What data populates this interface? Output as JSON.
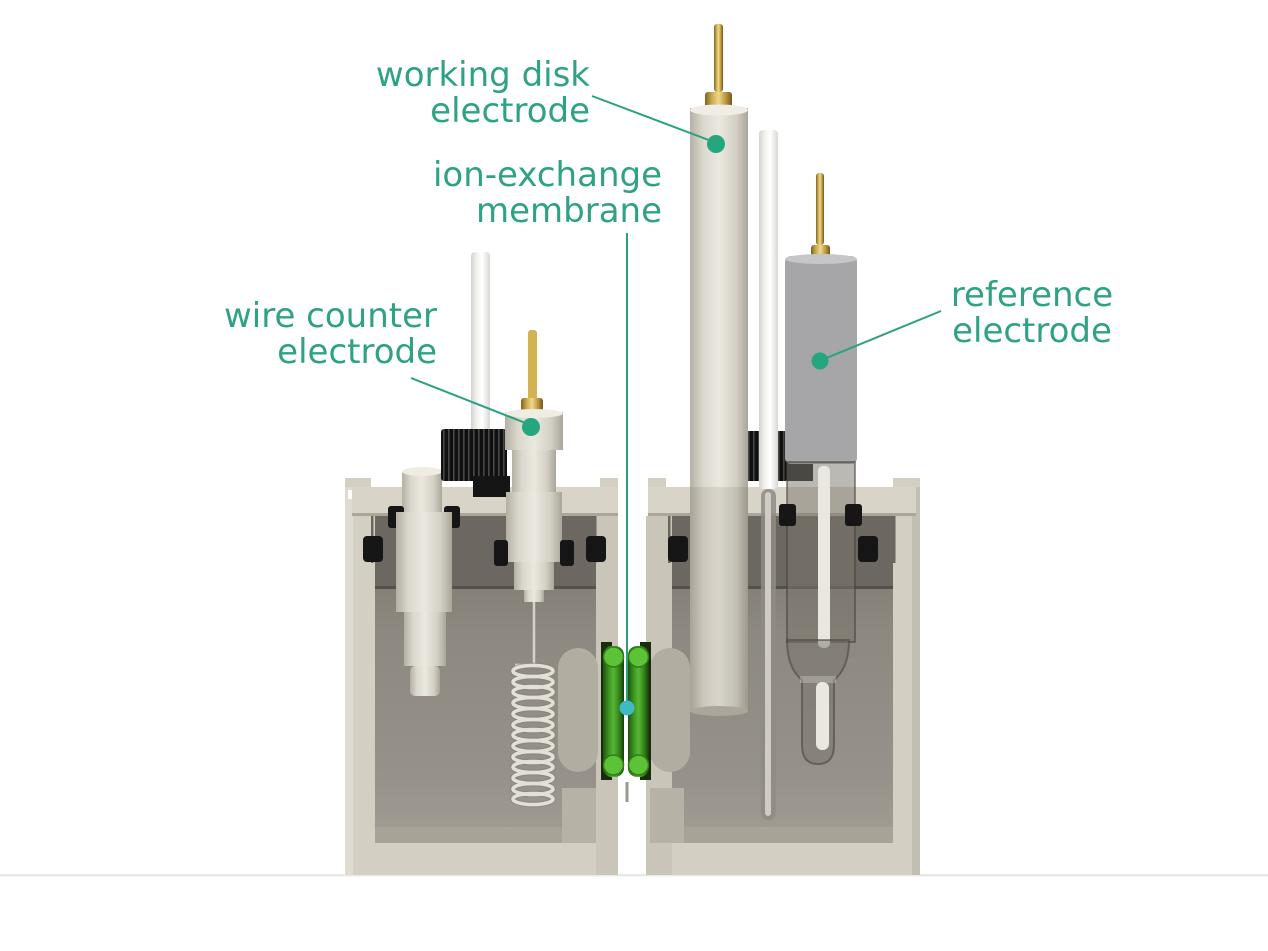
{
  "figure": {
    "labels": {
      "working": {
        "line1": "working disk",
        "line2": "electrode"
      },
      "membrane": {
        "line1": "ion-exchange",
        "line2": "membrane"
      },
      "counter": {
        "line1": "wire counter",
        "line2": "electrode"
      },
      "reference": {
        "line1": "reference",
        "line2": "electrode"
      }
    },
    "colors": {
      "label": "#2fa285",
      "leader": "#2aa07f",
      "callout_dot": "#26a67f",
      "membrane_dot": "#3fb9c4",
      "membrane_oring": "#5cc338",
      "cell_body": "#d3cfc3",
      "cavity": "#8b867e",
      "brass": "#d3b254",
      "reference_gray": "#a6a6a8",
      "fitting_black": "#161616"
    }
  }
}
